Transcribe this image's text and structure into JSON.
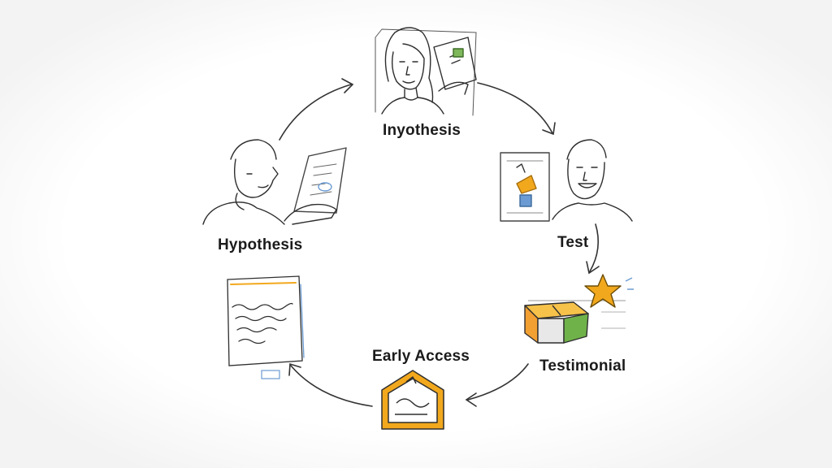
{
  "diagram": {
    "stages": [
      {
        "id": "top",
        "label": "Inyothesis"
      },
      {
        "id": "left",
        "label": "Hypothesis"
      },
      {
        "id": "right",
        "label": "Test"
      },
      {
        "id": "early",
        "label": "Early Access"
      },
      {
        "id": "testi",
        "label": "Testimonial"
      }
    ]
  },
  "colors": {
    "ink": "#2a2a2a",
    "accent_orange": "#f2a81d",
    "accent_green": "#6fb24a",
    "accent_blue": "#6b9bd2"
  }
}
